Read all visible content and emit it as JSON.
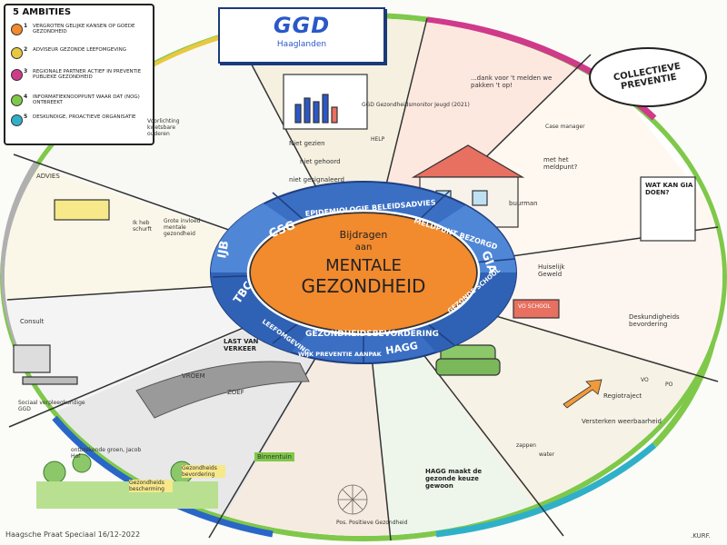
{
  "logo": {
    "name": "GGD",
    "subtitle": "Haaglanden"
  },
  "ambities": {
    "title": "5 AMBITIES",
    "items": [
      {
        "num": "1",
        "text": "VERGROTEN GELIJKE KANSEN OP GOEDE GEZONDHEID"
      },
      {
        "num": "2",
        "text": "ADVISEUR GEZONDE LEEFOMGEVING"
      },
      {
        "num": "3",
        "text": "REGIONALE PARTNER ACTIEF IN PREVENTIE PUBLIEKE GEZONDHEID"
      },
      {
        "num": "4",
        "text": "INFORMATIEKNOOPPUNT WAAR DAT (NOG) ONTBREEKT"
      },
      {
        "num": "5",
        "text": "DESKUNDIGE, PROACTIEVE ORGANISATIE"
      }
    ]
  },
  "collectieve": "COLLECTIEVE PREVENTIE",
  "center": {
    "line1": "Bijdragen",
    "line2": "aan",
    "line3": "MENTALE",
    "line4": "GEZONDHEID"
  },
  "ring_labels": {
    "csg": "CSG",
    "epidemiologie": "EPIDEMIOLOGIE BELEIDSADVIES",
    "meldpunt": "MELDPUNT BEZORGD",
    "gia": "GIA",
    "ijb": "IJB",
    "tbc": "TBC",
    "gezonde_school": "GEZONDE SCHOOL",
    "leefomgeving": "LEEFOMGEVING",
    "gezondheidsbevordering": "GEZONDHEIDSBEVORDERING",
    "hagg": "HAGG",
    "wijk_preventie": "WIJK PREVENTIE AANPAK"
  },
  "annotations": {
    "niet_gezien": "Niet gezien",
    "niet_gehoord": "niet gehoord",
    "niet_gesignaleerd": "niet gesignaleerd",
    "dank_voor": "...dank voor 't melden we pakken 't op!",
    "case_manager": "Case manager",
    "met_het_meldpunt": "met het meldpunt?",
    "buurman": "buurman",
    "wat_kan_gia": "WAT KAN GIA DOEN?",
    "huiselijk_geweld": "Huiselijk Geweld",
    "vo_school": "VO SCHOOL",
    "deskundigheidsbevordering": "Deskundigheids bevordering",
    "regiotraject": "Regiotraject",
    "versterken_weerbaarheid": "Versterken weerbaarheid",
    "zappen": "zappen",
    "water": "water",
    "hagg_maakt": "HAGG maakt de gezonde keuze gewoon",
    "binnentuin": "Binnentuin",
    "gezondheids_bevordering": "Gezondheids bevordering",
    "gezondheids_beschermng": "Gezondheids bescherming",
    "ontbrekende_groen": "ontbrekende groen, Jacob Hof",
    "last_van_verkeer": "LAST VAN VERKEER",
    "vroem": "VROEM",
    "zoef": "ZOEF",
    "consult": "Consult",
    "sociaal_verpleegkundige": "Sociaal verpleegkundige GGD",
    "advies": "ADVIES",
    "ik_heb_schurft": "Ik heb schurft",
    "grote_invloed": "Grote invloed mentale gezondheid",
    "gezondheidsmonitor": "GGD Gezondheidsmonitor Jeugd (2021)",
    "voorlichting": "Voorlichting kwetsbare ouderen",
    "positieve_gezondheid": "Pos. Positieve Gezondheid",
    "po": "PO",
    "vo": "VO",
    "help": "HELP"
  },
  "footer": "Haagsche Praat Speciaal 16/12-2022",
  "credit": ".KURF."
}
